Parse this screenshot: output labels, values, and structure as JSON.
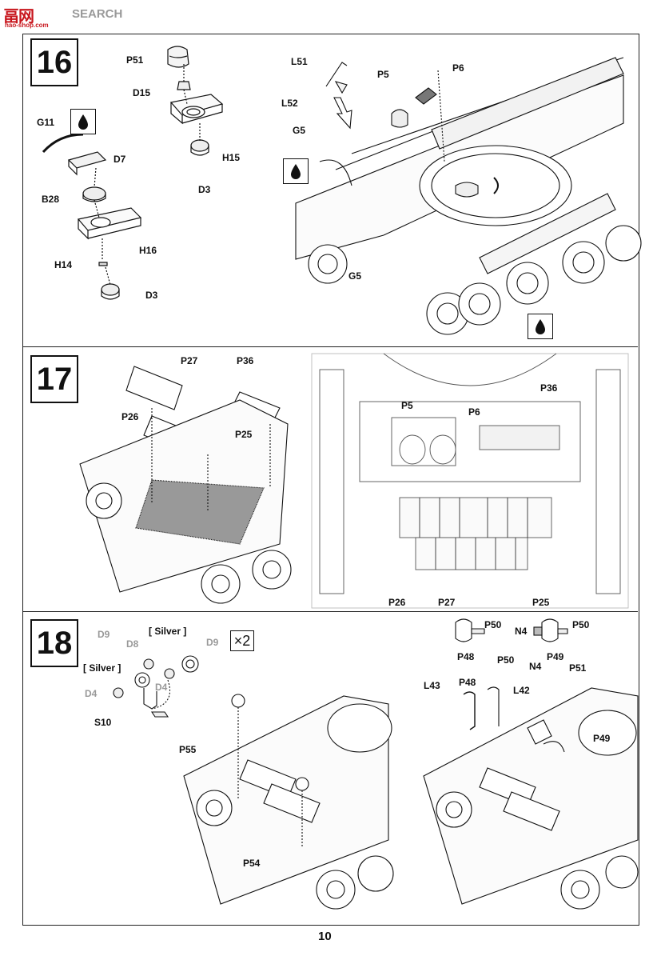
{
  "watermark": {
    "logo": "畐",
    "logo_box": "网",
    "text": "SEARCH",
    "sub": "nao-shop.com"
  },
  "page_number": "10",
  "steps": {
    "s16": "16",
    "s17": "17",
    "s18": "18"
  },
  "step16": {
    "labels": {
      "P51": "P51",
      "D15": "D15",
      "H15": "H15",
      "D3a": "D3",
      "G11": "G11",
      "D7": "D7",
      "B28": "B28",
      "H16": "H16",
      "H14": "H14",
      "D3b": "D3",
      "L51": "L51",
      "L52": "L52",
      "P5": "P5",
      "P6": "P6",
      "G5a": "G5",
      "G5b": "G5"
    }
  },
  "step17": {
    "labels": {
      "P27": "P27",
      "P36": "P36",
      "P26": "P26",
      "P25": "P25",
      "P5": "P5",
      "P6": "P6",
      "P36b": "P36",
      "P26b": "P26",
      "P27b": "P27",
      "P25b": "P25"
    }
  },
  "step18": {
    "multiplier": "×2",
    "labels": {
      "D9a": "D9",
      "D8": "D8",
      "silver1": "[ Silver ]",
      "D9b": "D9",
      "silver2": "[ Silver ]",
      "D4a": "D4",
      "D4b": "D4",
      "S10": "S10",
      "P55": "P55",
      "P54": "P54",
      "P50a": "P50",
      "N4a": "N4",
      "P50b": "P50",
      "P48a": "P48",
      "P49a": "P49",
      "P50c": "P50",
      "N4b": "N4",
      "P51": "P51",
      "L43": "L43",
      "P48b": "P48",
      "L42": "L42",
      "P49b": "P49"
    }
  }
}
